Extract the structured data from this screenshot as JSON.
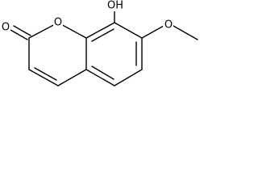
{
  "structure": {
    "atoms": {
      "carbonyl_oxygen": "O",
      "ring_oxygen": "O",
      "hydroxyl": "OH",
      "methoxy_oxygen": "O"
    }
  }
}
